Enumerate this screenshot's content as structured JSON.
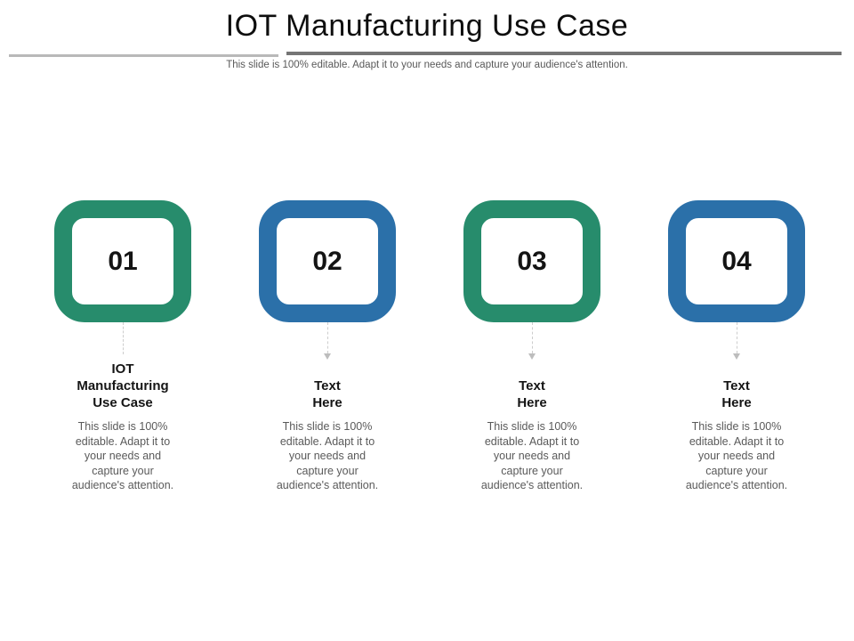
{
  "slide": {
    "title": "IOT Manufacturing Use Case",
    "subtitle": "This slide is 100% editable. Adapt it to your needs and capture your audience's attention."
  },
  "colors": {
    "green": "#278C6C",
    "blue": "#2B70A9",
    "title_text": "#0e0e0e",
    "body_text": "#5a5a5a",
    "divider_light": "#b9b9b9",
    "divider_dark": "#757575",
    "connector": "#cdcdcd"
  },
  "steps": [
    {
      "number": "01",
      "accent": "green",
      "heading": "IOT\nManufacturing\nUse Case",
      "description": "This slide is 100% editable. Adapt it to your needs and capture your audience's attention."
    },
    {
      "number": "02",
      "accent": "blue",
      "heading": "Text\nHere",
      "description": "This slide is 100% editable. Adapt it to your needs and capture your audience's attention."
    },
    {
      "number": "03",
      "accent": "green",
      "heading": "Text\nHere",
      "description": "This slide is 100% editable. Adapt it to your needs and capture your audience's attention."
    },
    {
      "number": "04",
      "accent": "blue",
      "heading": "Text\nHere",
      "description": "This slide is 100% editable. Adapt it to your needs and capture your audience's attention."
    }
  ]
}
